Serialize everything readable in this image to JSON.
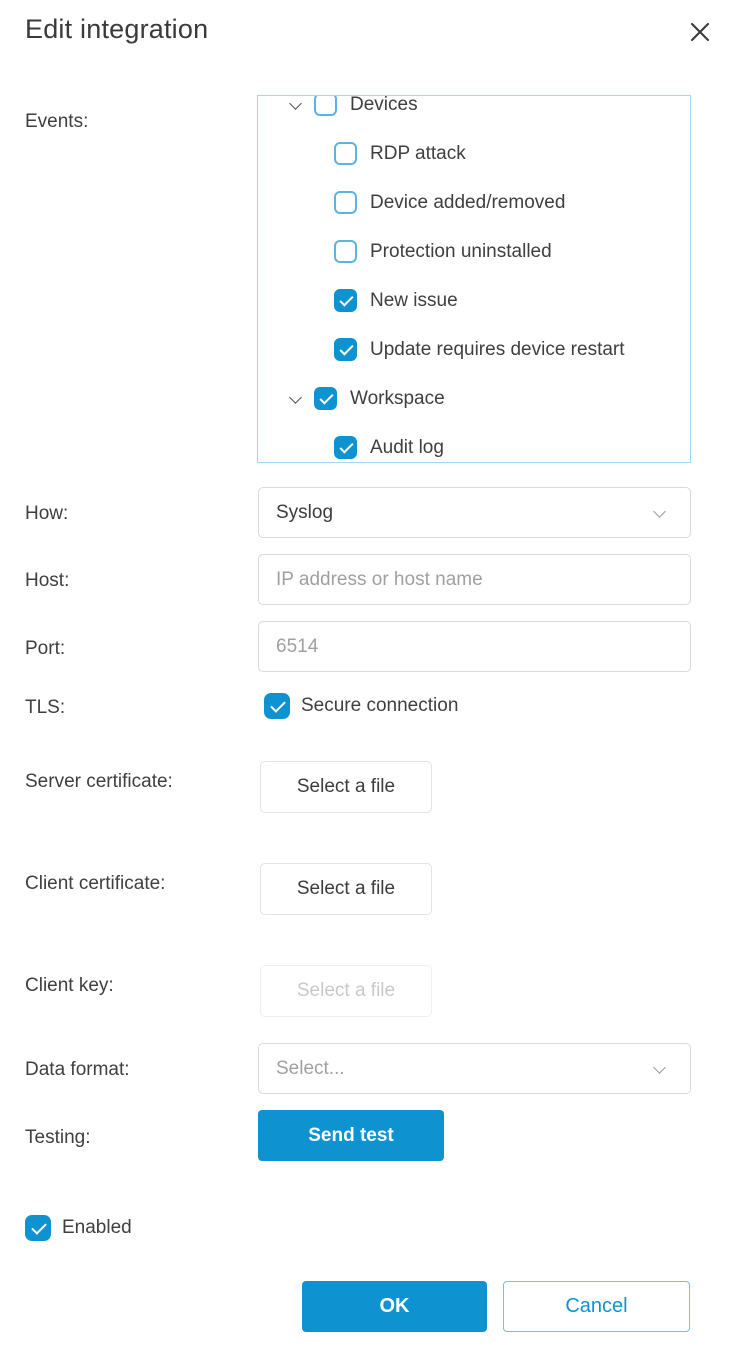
{
  "dialog": {
    "title": "Edit integration"
  },
  "events": {
    "label": "Events:",
    "tree": [
      {
        "label": "Devices",
        "checked": false,
        "parent": true,
        "expanded": true
      },
      {
        "label": "RDP attack",
        "checked": false
      },
      {
        "label": "Device added/removed",
        "checked": false
      },
      {
        "label": "Protection uninstalled",
        "checked": false
      },
      {
        "label": "New issue",
        "checked": true
      },
      {
        "label": "Update requires device restart",
        "checked": true
      },
      {
        "label": "Workspace",
        "checked": true,
        "parent": true,
        "expanded": true
      },
      {
        "label": "Audit log",
        "checked": true
      }
    ]
  },
  "form": {
    "how": {
      "label": "How:",
      "value": "Syslog"
    },
    "host": {
      "label": "Host:",
      "value": "",
      "placeholder": "IP address or host name"
    },
    "port": {
      "label": "Port:",
      "value": "",
      "placeholder": "6514"
    },
    "tls": {
      "label": "TLS:",
      "checkbox_label": "Secure connection",
      "checked": true
    },
    "server_certificate": {
      "label": "Server certificate:",
      "button_label": "Select a file",
      "disabled": false
    },
    "client_certificate": {
      "label": "Client certificate:",
      "button_label": "Select a file",
      "disabled": false
    },
    "client_key": {
      "label": "Client key:",
      "button_label": "Select a file",
      "disabled": true
    },
    "data_format": {
      "label": "Data format:",
      "placeholder": "Select..."
    },
    "testing": {
      "label": "Testing:",
      "button_label": "Send test"
    }
  },
  "enabled_checkbox": {
    "label": "Enabled",
    "checked": true
  },
  "footer": {
    "ok_label": "OK",
    "cancel_label": "Cancel"
  },
  "colors": {
    "accent": "#0f93d0",
    "checkbox_border": "#5cb2e1",
    "tree_border": "#a7d5ef",
    "input_border": "#dadada",
    "text": "#3f3f3f",
    "placeholder": "#a0a0a0"
  }
}
